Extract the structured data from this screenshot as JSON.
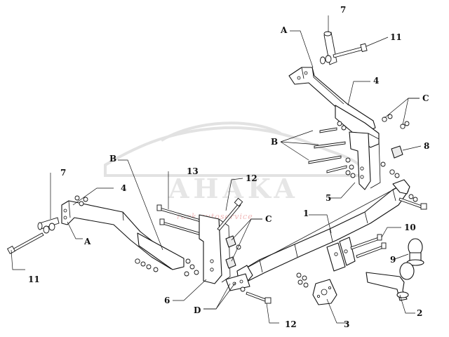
{
  "diagram": {
    "watermark": {
      "brand": "AHAKA",
      "tagline": "rock autoservice"
    },
    "callouts": {
      "top": [
        "7",
        "11",
        "A",
        "4",
        "C",
        "8",
        "B",
        "5"
      ],
      "left": [
        "7",
        "4",
        "A",
        "11",
        "B",
        "13",
        "12",
        "C",
        "6",
        "D"
      ],
      "main": [
        "1",
        "10",
        "9",
        "2",
        "3",
        "12"
      ]
    }
  }
}
